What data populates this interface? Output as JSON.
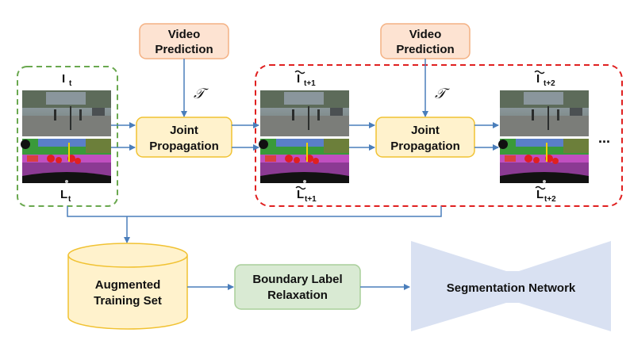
{
  "video_prediction_1": {
    "line1": "Video",
    "line2": "Prediction"
  },
  "video_prediction_2": {
    "line1": "Video",
    "line2": "Prediction"
  },
  "tau_symbol": "𝒯",
  "joint_propagation_1": {
    "line1": "Joint",
    "line2": "Propagation"
  },
  "joint_propagation_2": {
    "line1": "Joint",
    "line2": "Propagation"
  },
  "frame_t": {
    "image_label": "I",
    "image_sub": "t",
    "label_label": "L",
    "label_sub": "t"
  },
  "frame_t1": {
    "image_label": "I",
    "image_sub": "t+1",
    "label_label": "L",
    "label_sub": "t+1"
  },
  "frame_t2": {
    "image_label": "I",
    "image_sub": "t+2",
    "label_label": "L",
    "label_sub": "t+2"
  },
  "ellipsis": "...",
  "augmented_training_set": {
    "line1": "Augmented",
    "line2": "Training Set"
  },
  "boundary_label_relaxation": {
    "line1": "Boundary Label",
    "line2": "Relaxation"
  },
  "segmentation_network": "Segmentation Network",
  "colors": {
    "green_dash": "#6aa84f",
    "red_dash": "#e02020",
    "video_pred_fill": "#fde3d2",
    "video_pred_stroke": "#f4b183",
    "joint_fill": "#fff2cc",
    "joint_stroke": "#f1c232",
    "cylinder_fill": "#fff2cc",
    "cylinder_stroke": "#f1c232",
    "boundary_fill": "#d9ead3",
    "boundary_stroke": "#a9cf9a",
    "seg_net_fill": "#d9e1f2",
    "arrow": "#4a7ebb"
  }
}
